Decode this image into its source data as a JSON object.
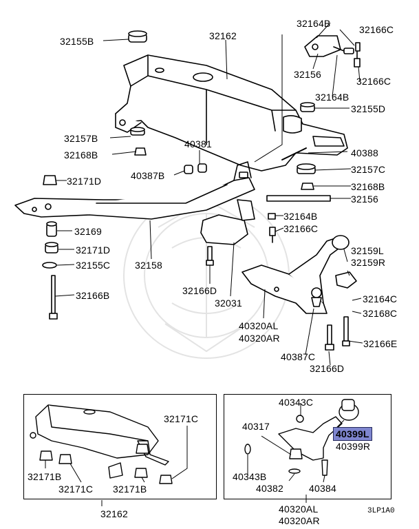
{
  "diagram_code": "3LP1A0",
  "labels": {
    "p32155B_a": "32155B",
    "p32162_top": "32162",
    "p32164B_a": "32164B",
    "p32166C_a": "32166C",
    "p32156_a": "32156",
    "p32166C_b": "32166C",
    "p32164B_b": "32164B",
    "p32155D": "32155D",
    "p32157B": "32157B",
    "p32168B_a": "32168B",
    "p40381": "40381",
    "p40388": "40388",
    "p40387B": "40387B",
    "p32157C": "32157C",
    "p32171D_a": "32171D",
    "p32168B_b": "32168B",
    "p32156_b": "32156",
    "p32164B_c": "32164B",
    "p32166C_c": "32166C",
    "p32169": "32169",
    "p32171D_b": "32171D",
    "p32159L": "32159L",
    "p32159R": "32159R",
    "p32155C": "32155C",
    "p32158": "32158",
    "p32166B": "32166B",
    "p32166D_a": "32166D",
    "p32031": "32031",
    "p32164C": "32164C",
    "p32168C": "32168C",
    "p40320AL_a": "40320AL",
    "p40320AR_a": "40320AR",
    "p32166E": "32166E",
    "p40387C": "40387C",
    "p32166D_b": "32166D",
    "p32171C_a": "32171C",
    "p32171B_a": "32171B",
    "p32171C_b": "32171C",
    "p32171B_b": "32171B",
    "p32162_bottom": "32162",
    "p40343C": "40343C",
    "p40317": "40317",
    "p40399L": "40399L",
    "p40399R": "40399R",
    "p40343B": "40343B",
    "p40382": "40382",
    "p40384": "40384",
    "p40320AL_b": "40320AL",
    "p40320AR_b": "40320AR"
  },
  "colors": {
    "highlight": "#7f86cf",
    "highlight_border": "#23285a",
    "line": "#000000",
    "watermark": "#e3e3e3"
  }
}
